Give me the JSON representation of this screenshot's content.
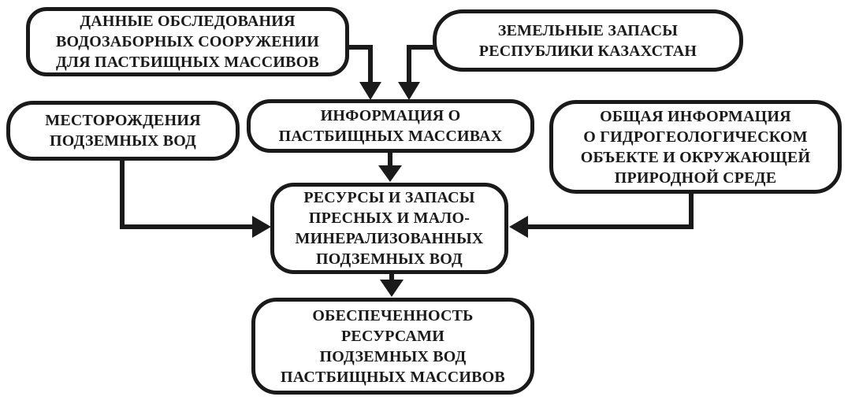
{
  "diagram": {
    "background_color": "#ffffff",
    "line_color": "#1a1a1a",
    "text_color": "#1a1a1a",
    "nodes": {
      "survey_data": {
        "text": "ДАННЫЕ ОБСЛЕДОВАНИЯ\nВОДОЗАБОРНЫХ СООРУЖЕНИИ\nДЛЯ ПАСТБИЩНЫХ МАССИВОВ"
      },
      "land_reserves": {
        "text": "ЗЕМЕЛЬНЫЕ ЗАПАСЫ\nРЕСПУБЛИКИ КАЗАХСТАН"
      },
      "groundwater_deposits": {
        "text": "МЕСТОРОЖДЕНИЯ\nПОДЗЕМНЫХ ВОД"
      },
      "pasture_info": {
        "text": "ИНФОРМАЦИЯ О\nПАСТБИЩНЫХ МАССИВАХ"
      },
      "general_hydro_info": {
        "text": "ОБЩАЯ ИНФОРМАЦИЯ\nО ГИДРОГЕОЛОГИЧЕСКОМ\nОБЪЕКТЕ И ОКРУЖАЮЩЕЙ\nПРИРОДНОЙ СРЕДЕ"
      },
      "water_resources": {
        "text": "РЕСУРСЫ И ЗАПАСЫ\nПРЕСНЫХ И МАЛО-\nМИНЕРАЛИЗОВАННЫХ\nПОДЗЕМНЫХ ВОД"
      },
      "resource_sufficiency": {
        "text": "ОБЕСПЕЧЕННОСТЬ\nРЕСУРСАМИ\nПОДЗЕМНЫХ ВОД\nПАСТБИЩНЫХ МАССИВОВ"
      }
    },
    "edges": [
      {
        "from": "survey_data",
        "to": "pasture_info",
        "style": "elbow-right-down"
      },
      {
        "from": "land_reserves",
        "to": "pasture_info",
        "style": "elbow-left-down"
      },
      {
        "from": "pasture_info",
        "to": "water_resources",
        "style": "straight-down"
      },
      {
        "from": "groundwater_deposits",
        "to": "water_resources",
        "style": "elbow-down-right"
      },
      {
        "from": "general_hydro_info",
        "to": "water_resources",
        "style": "elbow-down-left"
      },
      {
        "from": "water_resources",
        "to": "resource_sufficiency",
        "style": "straight-down"
      }
    ]
  }
}
